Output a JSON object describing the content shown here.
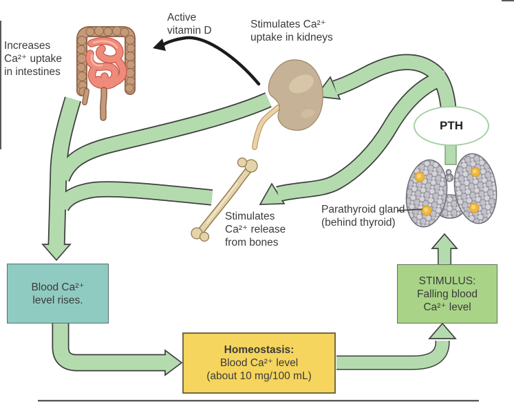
{
  "colors": {
    "text_color": "#3a3a3a",
    "arrow_green": "#b4dbae",
    "arrow_outline": "#3e3e3e",
    "box_teal_fill": "#90cbc1",
    "box_teal_border": "#50706c",
    "box_yellow_fill": "#f6d55e",
    "box_yellow_border": "#6f6a45",
    "box_green_fill": "#a9d488",
    "box_green_border": "#5e6e58",
    "pth_border": "#a3d0a3",
    "connector_border": "#7da37d",
    "black_arrow": "#1c1c1c",
    "colon_fill": "#c59a79",
    "colon_outline": "#8a6148",
    "coil_fill": "#ef8b7a",
    "coil_outline": "#c8594a",
    "coil_highlight": "#f8b5a8",
    "kidney_fill": "#c6b296",
    "kidney_outline": "#9c8668",
    "kidney_highlight": "#dbc9ad",
    "ureter_fill": "#ecd2a5",
    "ureter_outline": "#b8996e",
    "bone_fill": "#e5d3a9",
    "bone_outline": "#927b51",
    "bone_highlight": "#f4e9cd",
    "thyroid_base": "#97969e",
    "thyroid_bump_light": "#d6d5db",
    "thyroid_bump_mid": "#c3c2ca",
    "thyroid_outline": "#6d6c75",
    "parathyroid_fill": "#f1b83d",
    "parathyroid_outline": "#cf982b",
    "parathyroid_inner": "#f8d57e",
    "border_line": "#3b3b3b"
  },
  "labels": {
    "intestine_uptake": [
      "Increases",
      "Ca²⁺ uptake",
      "in intestines"
    ],
    "active_vitamin_d": [
      "Active",
      "vitamin D"
    ],
    "kidney_uptake": [
      "Stimulates Ca²⁺",
      "uptake in kidneys"
    ],
    "bone_release": [
      "Stimulates",
      "Ca²⁺ release",
      "from bones"
    ],
    "parathyroid": [
      "Parathyroid gland",
      "(behind thyroid)"
    ]
  },
  "nodes": {
    "pth": {
      "label": "PTH"
    },
    "blood_rises": {
      "lines": [
        "Blood Ca²⁺",
        "level rises."
      ]
    },
    "homeostasis": {
      "title": "Homeostasis:",
      "lines": [
        "Blood Ca²⁺ level",
        "(about 10 mg/100 mL)"
      ]
    },
    "stimulus": {
      "lines": [
        "STIMULUS:",
        "Falling blood",
        "Ca²⁺ level"
      ]
    }
  }
}
